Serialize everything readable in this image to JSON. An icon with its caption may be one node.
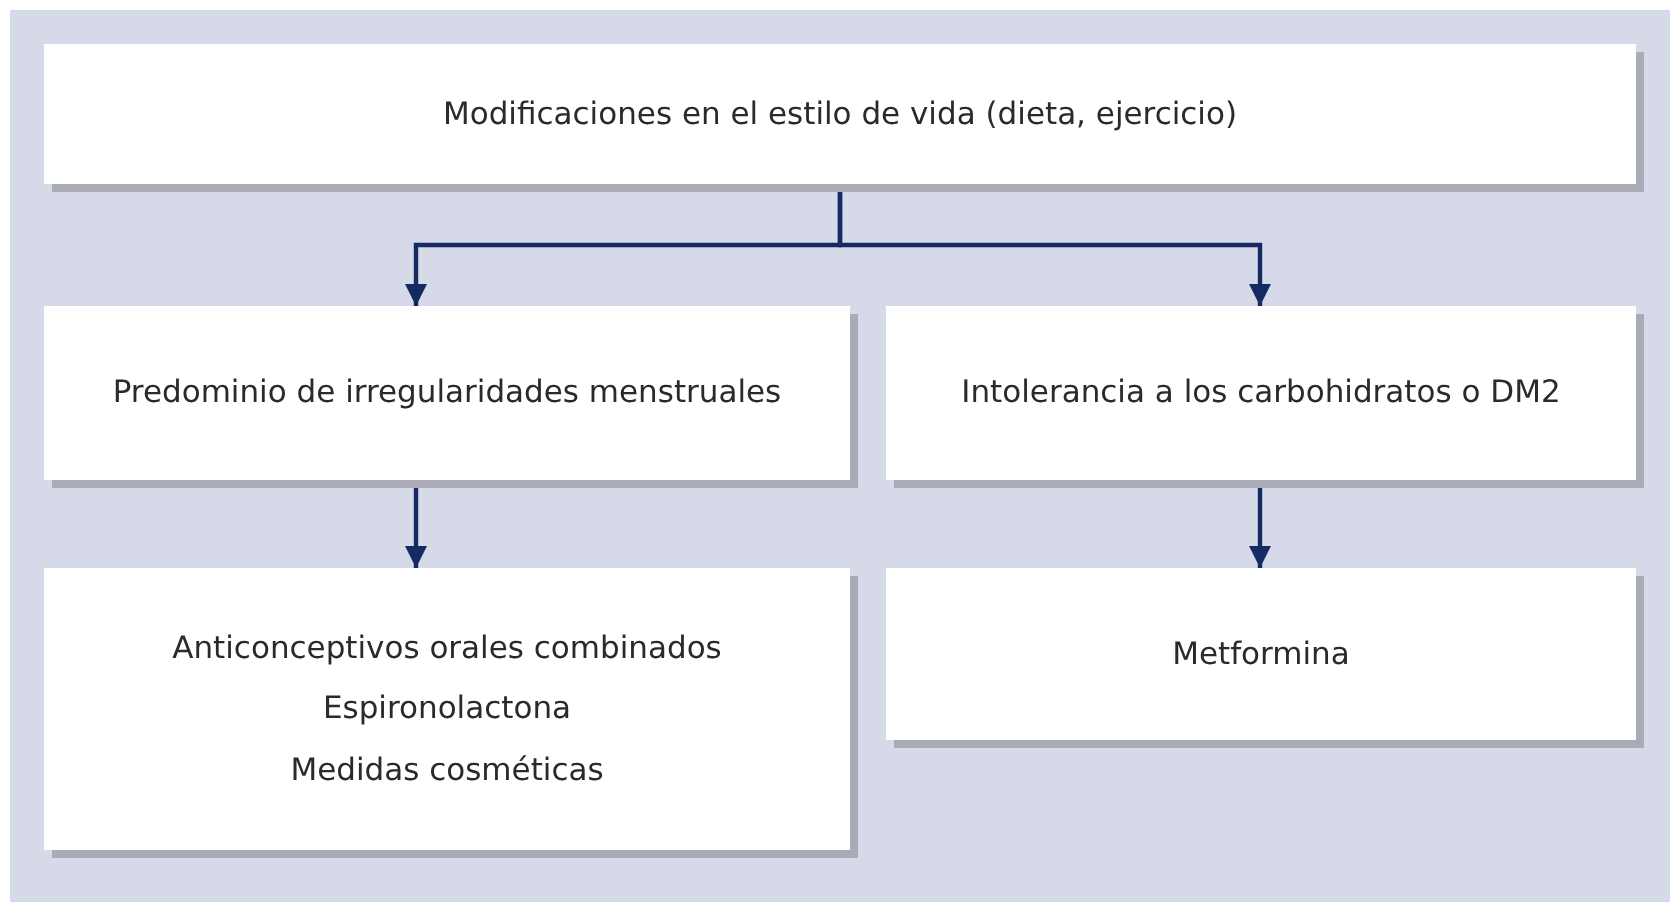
{
  "diagram": {
    "nodes": [
      {
        "text": [
          "Modificaciones en el estilo de vida (dieta, ejercicio)"
        ]
      },
      {
        "text": [
          "Predominio de irregularidades menstruales"
        ]
      },
      {
        "text": [
          "Intolerancia a los carbohidratos o DM2"
        ]
      },
      {
        "text": [
          "Anticonceptivos orales combinados",
          "Espironolactona",
          "Medidas cosméticas"
        ]
      },
      {
        "text": [
          "Metformina"
        ]
      }
    ],
    "edges": [
      {
        "from": 0,
        "to": 1,
        "arrow": "to"
      },
      {
        "from": 0,
        "to": 2,
        "arrow": "to"
      },
      {
        "from": 1,
        "to": 3,
        "arrow": "to"
      },
      {
        "from": 2,
        "to": 4,
        "arrow": "to"
      }
    ]
  }
}
